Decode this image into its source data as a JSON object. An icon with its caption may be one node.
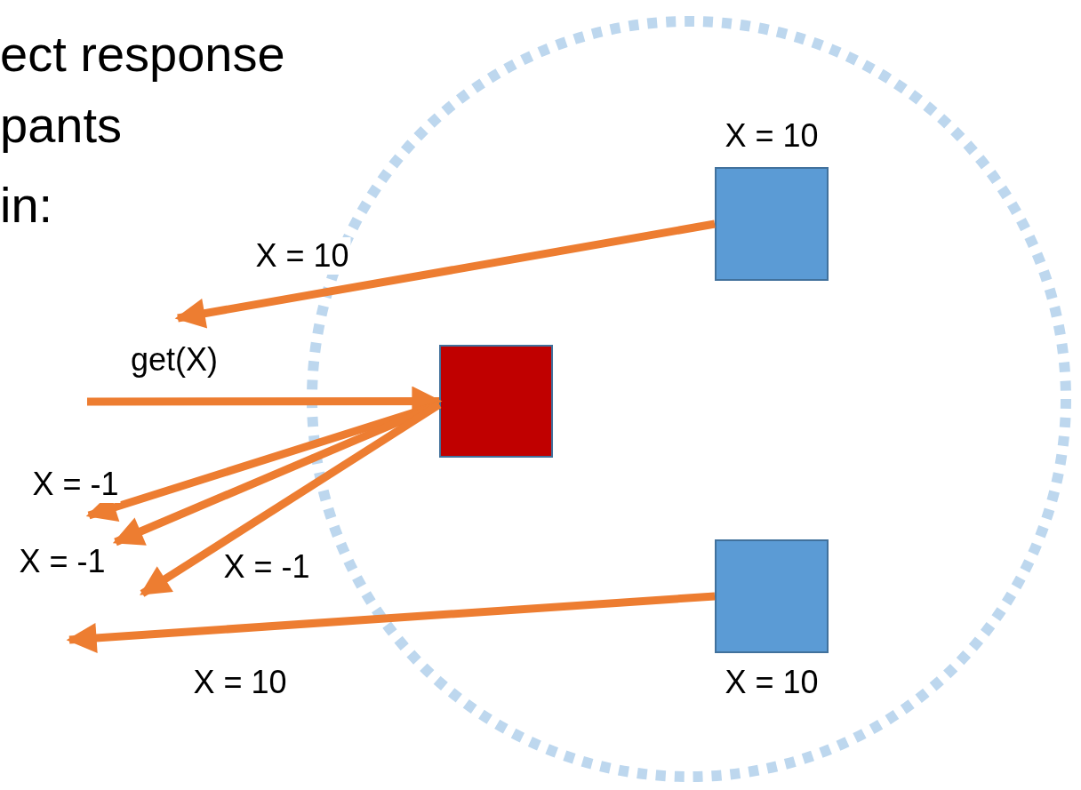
{
  "diagram": {
    "nodes": [
      {
        "text": [],
        "shape": "circle"
      },
      {
        "text": [],
        "shape": "box",
        "in": 0
      },
      {
        "text": [],
        "shape": "box",
        "in": 0,
        "beside": [
          "X = 10"
        ]
      },
      {
        "text": [],
        "shape": "box",
        "in": 0,
        "beside": [
          "X = 10"
        ]
      }
    ],
    "edges": [
      {
        "from": 2,
        "to": null,
        "arrow": "to",
        "label": "X = 10"
      },
      {
        "from": null,
        "to": 1,
        "arrow": "to",
        "label": "get(X)"
      },
      {
        "from": 1,
        "to": null,
        "arrow": "to",
        "label": "X = -1"
      },
      {
        "from": 1,
        "to": null,
        "arrow": "to",
        "label": "X = -1"
      },
      {
        "from": 1,
        "to": null,
        "arrow": "to",
        "label": "X = -1"
      },
      {
        "from": 3,
        "to": null,
        "arrow": "to",
        "label": "X = 10"
      }
    ],
    "labels": [
      "ect response",
      "pants",
      "in:"
    ]
  }
}
